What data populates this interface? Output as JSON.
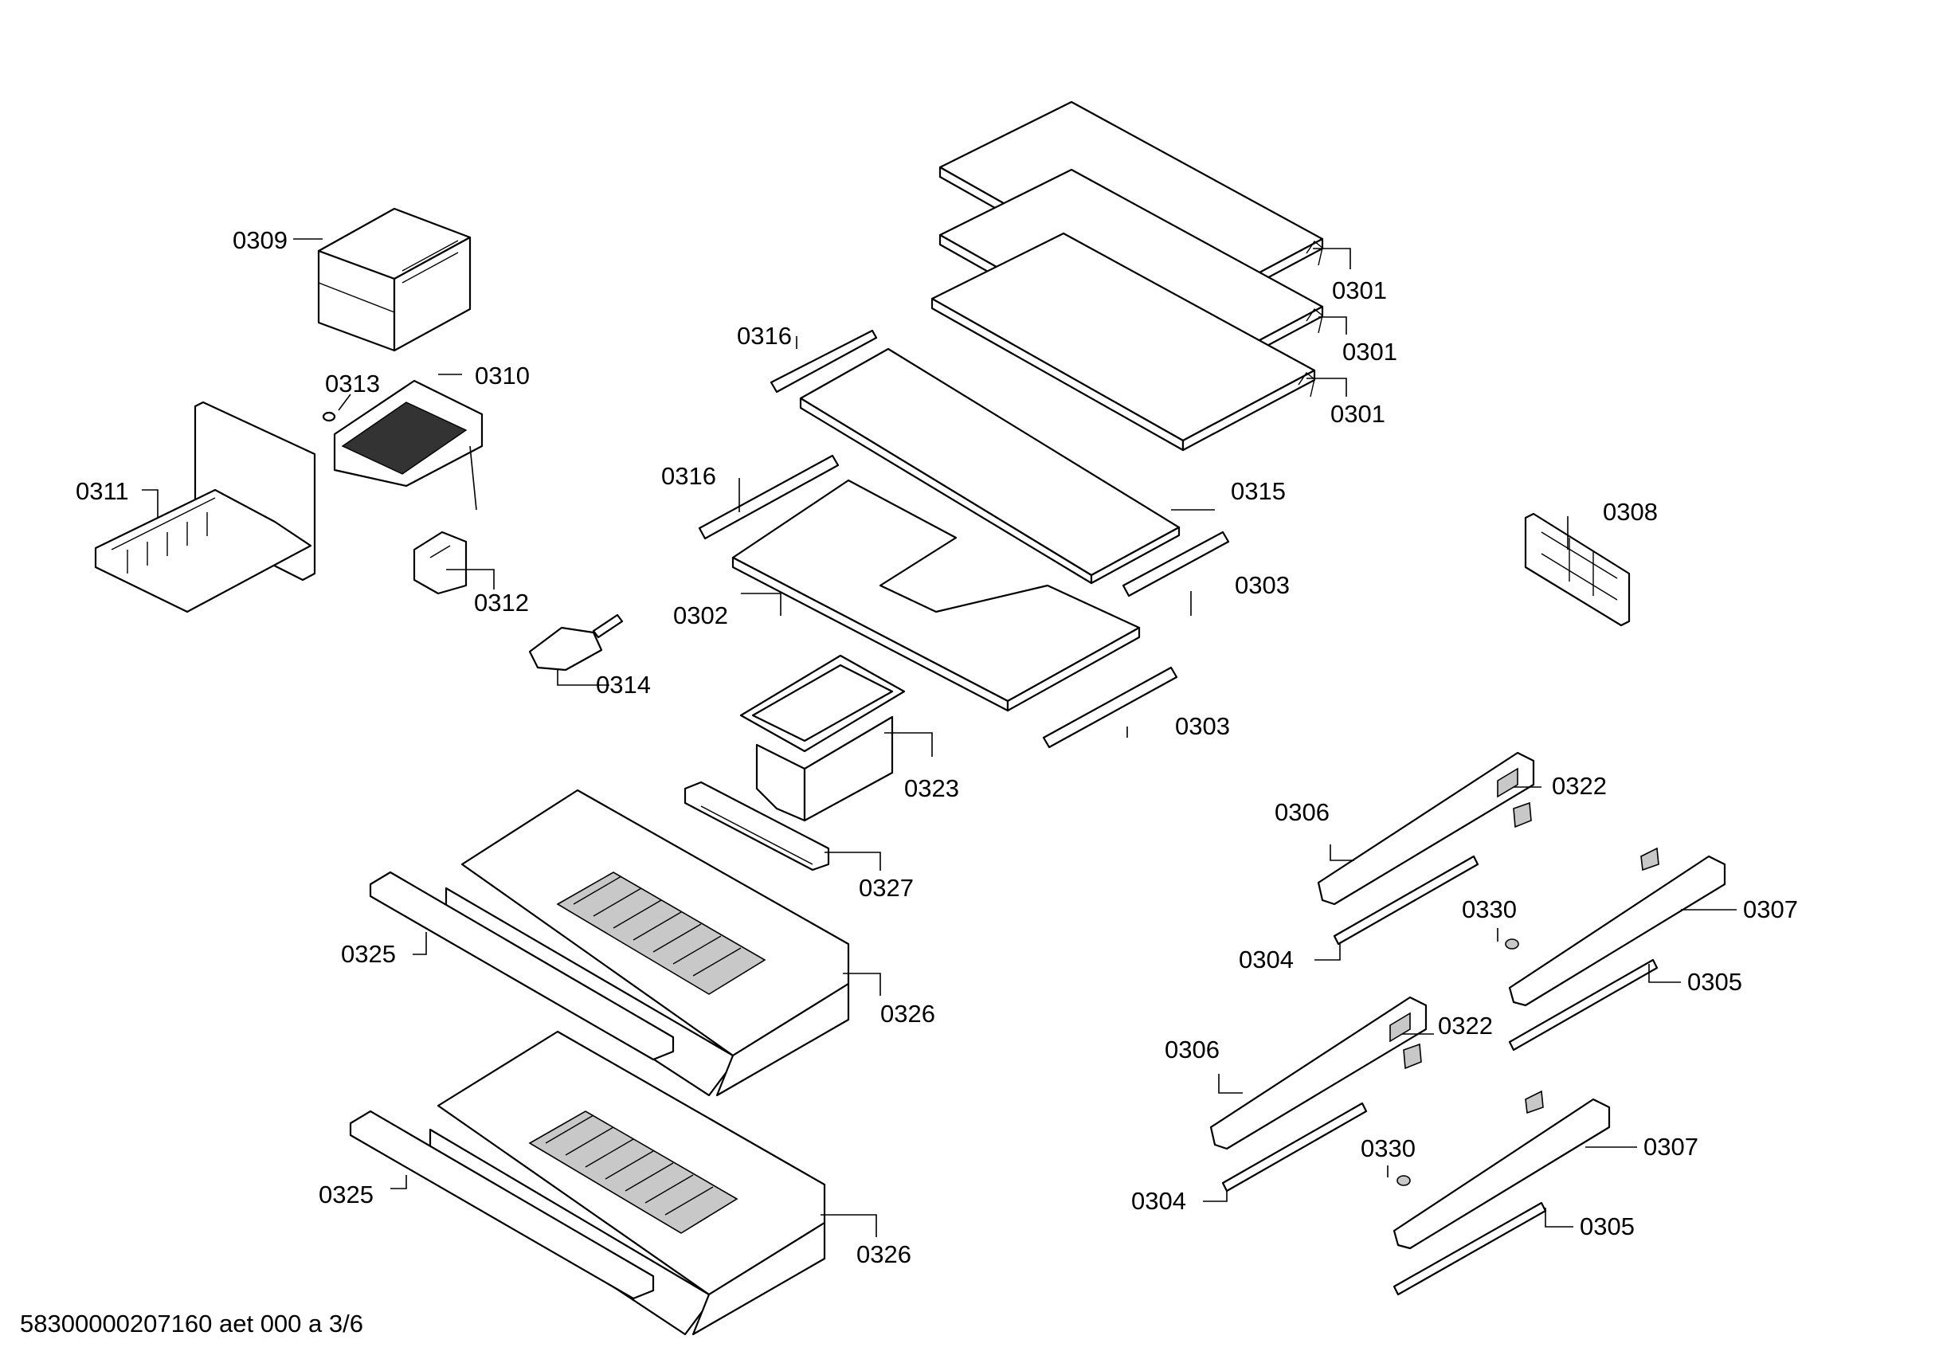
{
  "diagram": {
    "callouts": [
      {
        "id": "c-0301-a",
        "text": "0301"
      },
      {
        "id": "c-0301-b",
        "text": "0301"
      },
      {
        "id": "c-0301-c",
        "text": "0301"
      },
      {
        "id": "c-0302",
        "text": "0302"
      },
      {
        "id": "c-0303-a",
        "text": "0303"
      },
      {
        "id": "c-0303-b",
        "text": "0303"
      },
      {
        "id": "c-0304-a",
        "text": "0304"
      },
      {
        "id": "c-0304-b",
        "text": "0304"
      },
      {
        "id": "c-0305-a",
        "text": "0305"
      },
      {
        "id": "c-0305-b",
        "text": "0305"
      },
      {
        "id": "c-0306-a",
        "text": "0306"
      },
      {
        "id": "c-0306-b",
        "text": "0306"
      },
      {
        "id": "c-0307-a",
        "text": "0307"
      },
      {
        "id": "c-0307-b",
        "text": "0307"
      },
      {
        "id": "c-0308",
        "text": "0308"
      },
      {
        "id": "c-0309",
        "text": "0309"
      },
      {
        "id": "c-0310",
        "text": "0310"
      },
      {
        "id": "c-0311",
        "text": "0311"
      },
      {
        "id": "c-0312",
        "text": "0312"
      },
      {
        "id": "c-0313",
        "text": "0313"
      },
      {
        "id": "c-0314",
        "text": "0314"
      },
      {
        "id": "c-0315",
        "text": "0315"
      },
      {
        "id": "c-0316-a",
        "text": "0316"
      },
      {
        "id": "c-0316-b",
        "text": "0316"
      },
      {
        "id": "c-0322-a",
        "text": "0322"
      },
      {
        "id": "c-0322-b",
        "text": "0322"
      },
      {
        "id": "c-0323",
        "text": "0323"
      },
      {
        "id": "c-0325-a",
        "text": "0325"
      },
      {
        "id": "c-0325-b",
        "text": "0325"
      },
      {
        "id": "c-0326-a",
        "text": "0326"
      },
      {
        "id": "c-0326-b",
        "text": "0326"
      },
      {
        "id": "c-0327",
        "text": "0327"
      },
      {
        "id": "c-0330-a",
        "text": "0330"
      },
      {
        "id": "c-0330-b",
        "text": "0330"
      }
    ],
    "footer": "58300000207160 aet 000 a 3/6"
  }
}
